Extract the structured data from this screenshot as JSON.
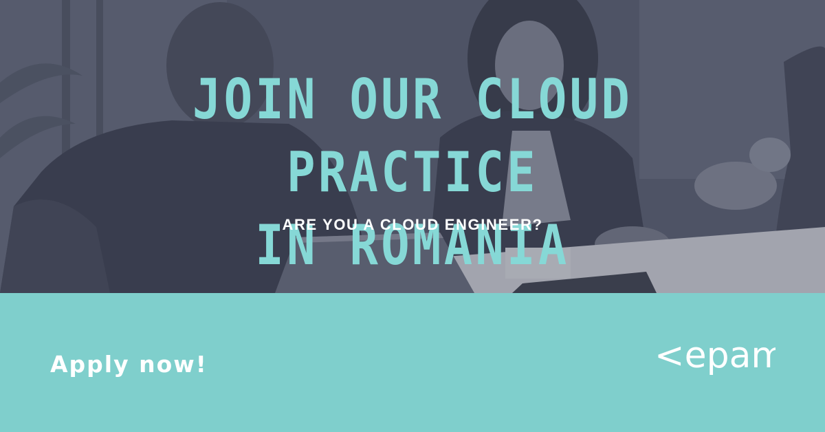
{
  "hero": {
    "headline_line1": "JOIN OUR CLOUD PRACTICE",
    "headline_line2": "IN ROMANIA",
    "subheadline": "ARE YOU A CLOUD ENGINEER?"
  },
  "footer": {
    "cta_label": "Apply now!",
    "logo_text": "<epam>"
  },
  "colors": {
    "headline": "#86d8d6",
    "photo_overlay": "#4e5263",
    "footer_background": "#7fcfcc",
    "text_white": "#ffffff"
  },
  "icons": [
    "epam-logo"
  ]
}
